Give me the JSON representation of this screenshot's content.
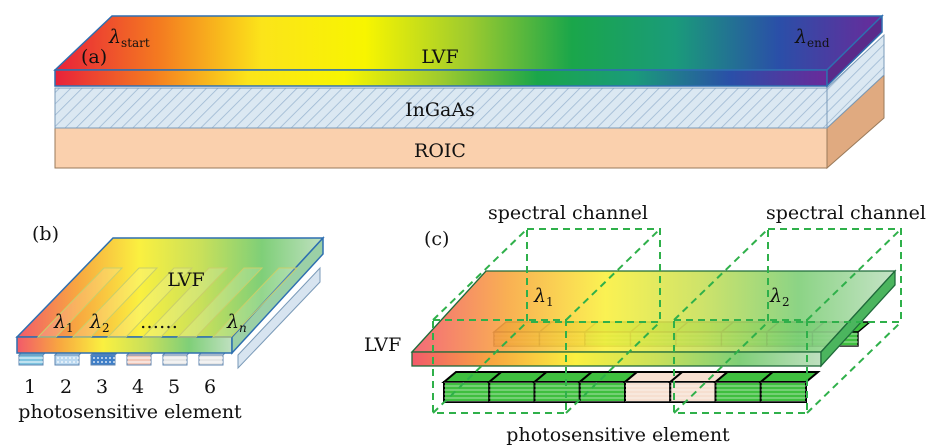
{
  "colors": {
    "spectrum": [
      "#e8213a",
      "#f47a20",
      "#fbe41a",
      "#f8f500",
      "#9ecb2e",
      "#1aa64a",
      "#1a9b7a",
      "#2a4fa8",
      "#6a2a9a"
    ],
    "lvf_soft": [
      "#f25a6a",
      "#f8a840",
      "#faf040",
      "#c9e05a",
      "#7fcf78",
      "#bfe0c0"
    ],
    "ingaas_fill": "#dbe8f2",
    "ingaas_hatch": "#9db8d2",
    "roic_fill": "#fad0ad",
    "roic_side": "#e0aa80",
    "edge_blue": "#2e6fb0",
    "channel_dash": "#2fb04a",
    "detector_green": "#3fbf3f",
    "detector_highlight": "#f6dfd0"
  },
  "panel_a": {
    "tag": "(a)",
    "lambda": "λ",
    "start_sub": "start",
    "end_sub": "end",
    "layers": {
      "lvf": "LVF",
      "ingaas": "InGaAs",
      "roic": "ROIC"
    }
  },
  "panel_b": {
    "tag": "(b)",
    "filter_label": "LVF",
    "lambda": "λ",
    "wavelength_subs": [
      "1",
      "2"
    ],
    "ellipsis": "……",
    "last_sub": "n",
    "element_numbers": [
      "1",
      "2",
      "3",
      "4",
      "5",
      "6"
    ],
    "element_caption": "photosensitive element"
  },
  "panel_c": {
    "tag": "(c)",
    "channel_labels": [
      "spectral channel",
      "spectral channel"
    ],
    "lambda": "λ",
    "channel_subs": [
      "1",
      "2"
    ],
    "filter_label": "LVF",
    "element_caption": "photosensitive element"
  }
}
